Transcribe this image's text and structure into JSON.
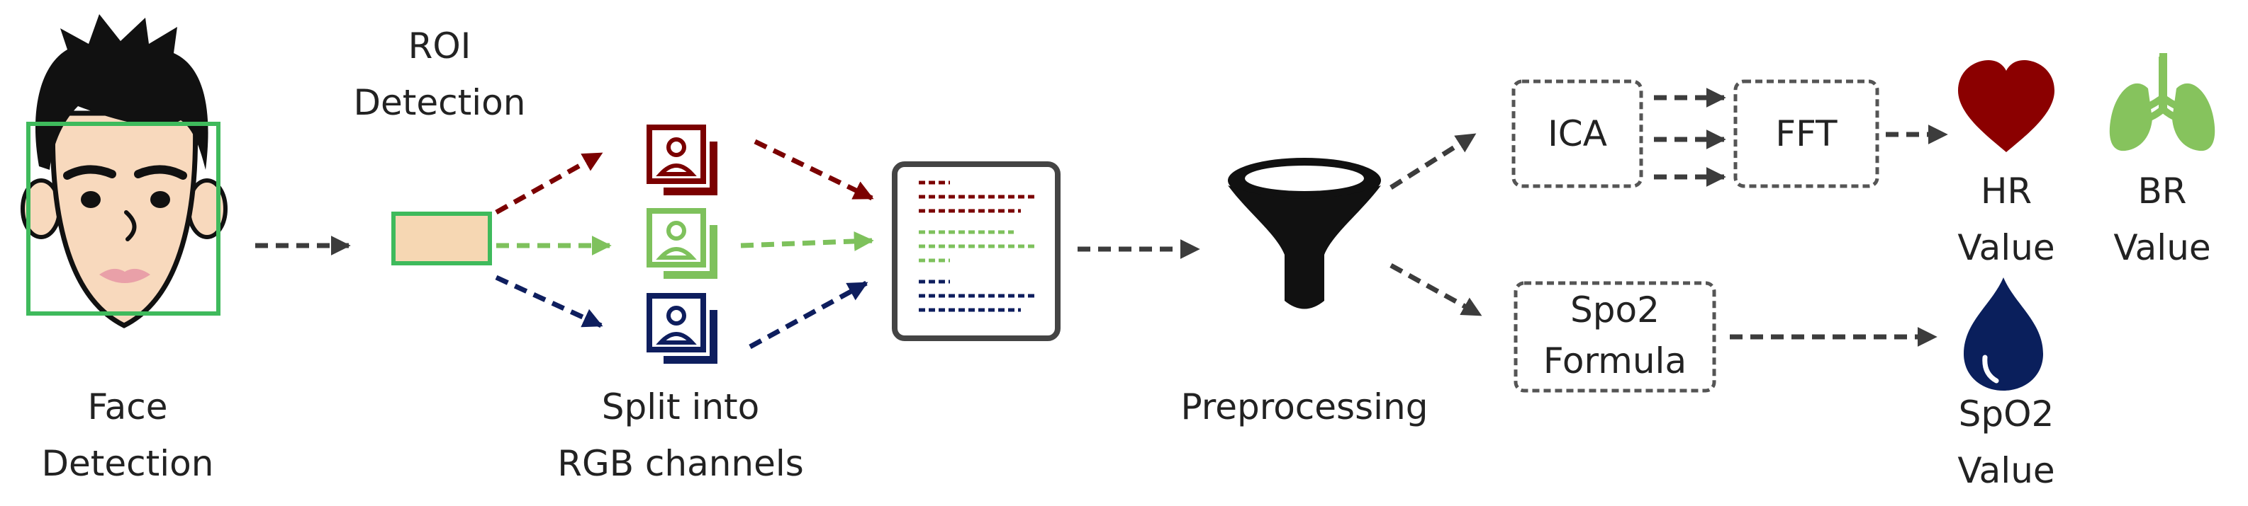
{
  "stages": {
    "face_detection": [
      "Face",
      "Detection"
    ],
    "roi_detection": [
      "ROI",
      "Detection"
    ],
    "split_channels": [
      "Split into",
      "RGB channels"
    ],
    "preprocessing": "Preprocessing",
    "ica": "ICA",
    "fft": "FFT",
    "spo2_formula": [
      "Spo2",
      "Formula"
    ]
  },
  "outputs": {
    "hr": [
      "HR",
      "Value"
    ],
    "br": [
      "BR",
      "Value"
    ],
    "spo2": [
      "SpO2",
      "Value"
    ]
  },
  "colors": {
    "red_channel": "#7b0000",
    "green_channel": "#7ec15c",
    "blue_channel": "#0e1e5e",
    "arrow": "#3c3c3c",
    "roi_fill": "#f6d7b3",
    "face_frame": "#3fba5c",
    "heart": "#8b0000",
    "lungs": "#86c35d",
    "drop": "#0a1f5c"
  }
}
